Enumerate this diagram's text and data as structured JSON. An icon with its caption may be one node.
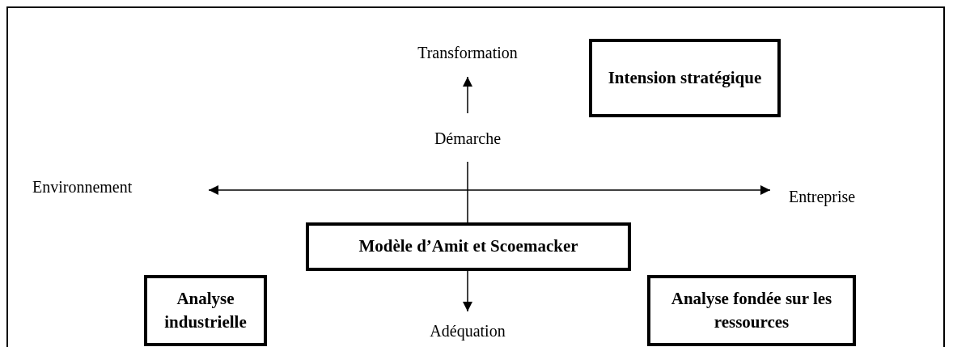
{
  "diagram": {
    "nodes": [
      {
        "text": [
          "Intension stratégique"
        ]
      },
      {
        "text": [
          "Modèle d’Amit et Scoemacker"
        ]
      },
      {
        "text": [
          "Analyse industrielle"
        ]
      },
      {
        "text": [
          "Analyse fondée sur les ressources"
        ]
      }
    ],
    "labels": [
      "Transformation",
      "Démarche",
      "Environnement",
      "Entreprise",
      "Adéquation"
    ]
  }
}
